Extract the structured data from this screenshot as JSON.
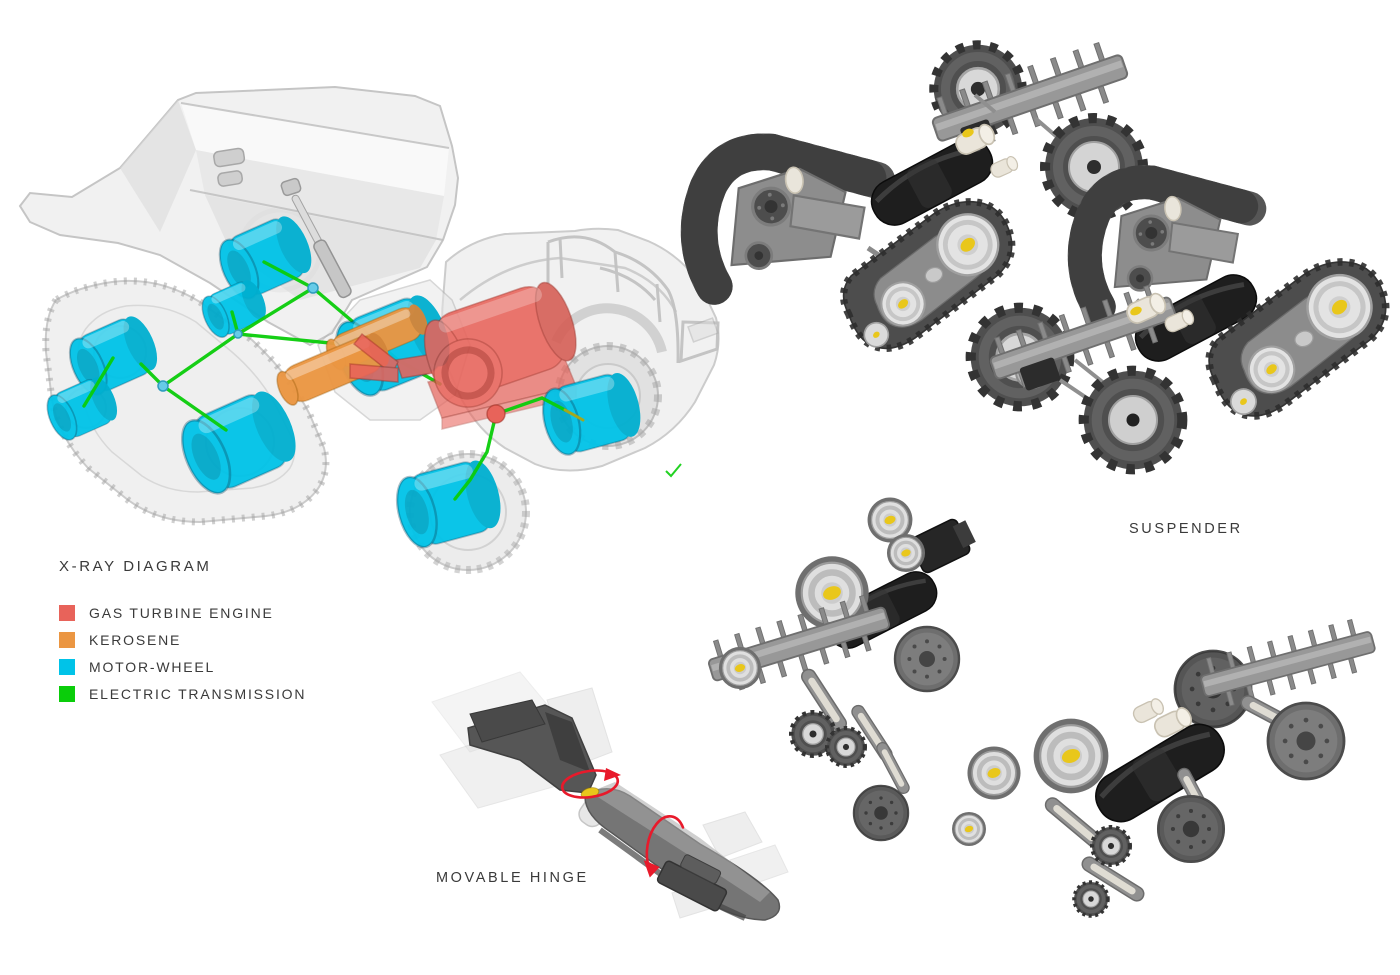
{
  "xray": {
    "title": "X-RAY DIAGRAM",
    "legend": [
      {
        "id": "gas-turbine-engine",
        "label": "GAS TURBINE ENGINE",
        "color": "#e8635a"
      },
      {
        "id": "kerosene",
        "label": "KEROSENE",
        "color": "#eb9642"
      },
      {
        "id": "motor-wheel",
        "label": "MOTOR-WHEEL",
        "color": "#00c3e8"
      },
      {
        "id": "electric-transmission",
        "label": "ELECTRIC TRANSMISSION",
        "color": "#0acd0a"
      }
    ]
  },
  "labels": {
    "suspender": "SUSPENDER",
    "movable_hinge": "MOVABLE HINGE"
  },
  "colors": {
    "background": "#ffffff",
    "text": "#3a3a3a",
    "hub_yellow": "#e9c71b",
    "annotation_red": "#e81a2b"
  }
}
